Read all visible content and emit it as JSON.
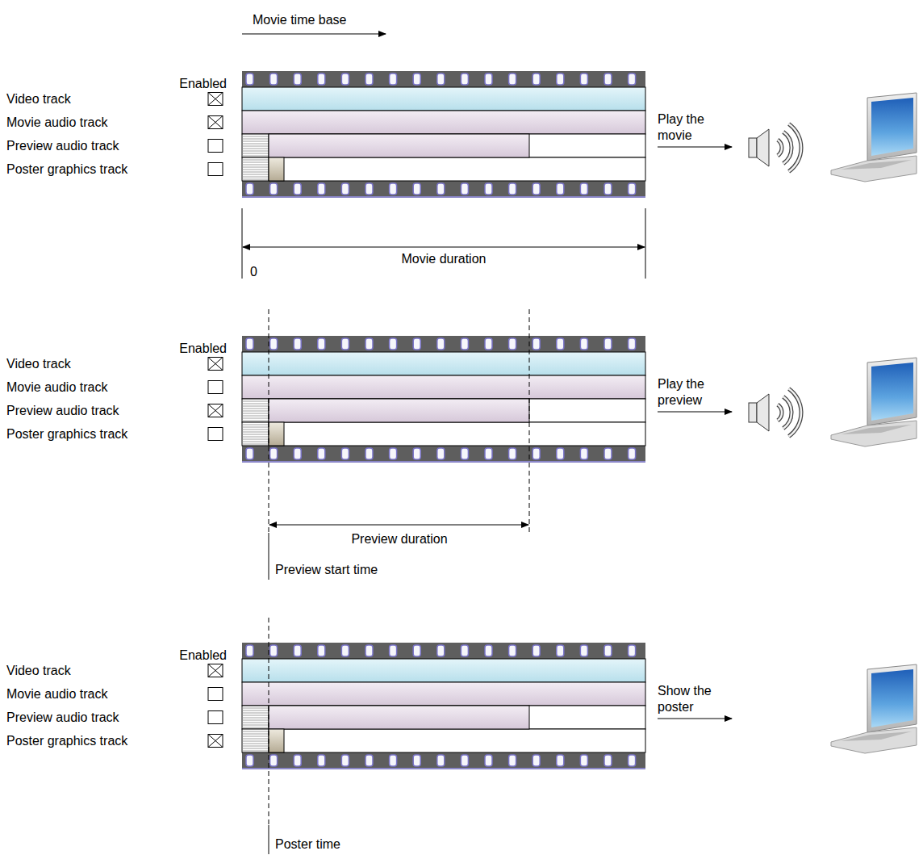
{
  "diagram": {
    "labels": [
      "Movie time base",
      "Enabled",
      "Video track",
      "Movie audio track",
      "Preview audio track",
      "Poster graphics track",
      "Play the movie",
      "Movie duration",
      "0",
      "Enabled",
      "Video track",
      "Movie audio track",
      "Preview audio track",
      "Poster graphics track",
      "Play the preview",
      "Preview duration",
      "Preview start time",
      "Enabled",
      "Video track",
      "Movie audio track",
      "Preview audio track",
      "Poster graphics track",
      "Show the poster",
      "Poster time"
    ]
  }
}
